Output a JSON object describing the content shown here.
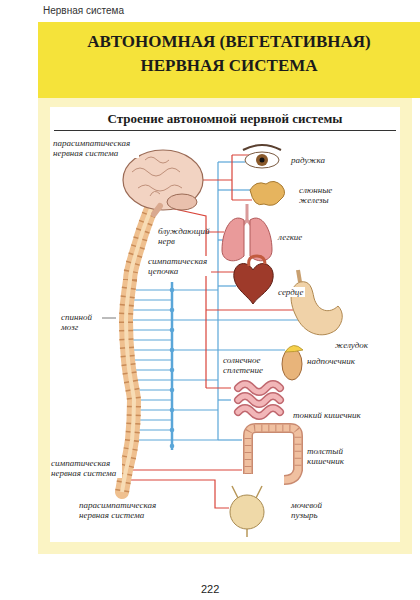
{
  "diagram": {
    "title": "АВТОНОМНАЯ (ВЕГЕТАТИВНАЯ) НЕРВНАЯ СИСТЕМА",
    "nodes": [
      {
        "text": [
          "Строение автономной нервной системы"
        ]
      }
    ],
    "labels": [
      "Нервная система",
      "парасимпатическая нервная система",
      "радужка",
      "слюнные железы",
      "блуждающий нерв",
      "легкие",
      "симпатическая цепочка",
      "сердце",
      "спинной мозг",
      "желудок",
      "надпочечник",
      "солнечное сплетение",
      "тонкий кишечник",
      "толстый кишечник",
      "симпатическая нервная система",
      "мочевой пузырь",
      "парасимпатическая нервная система",
      "222"
    ]
  }
}
